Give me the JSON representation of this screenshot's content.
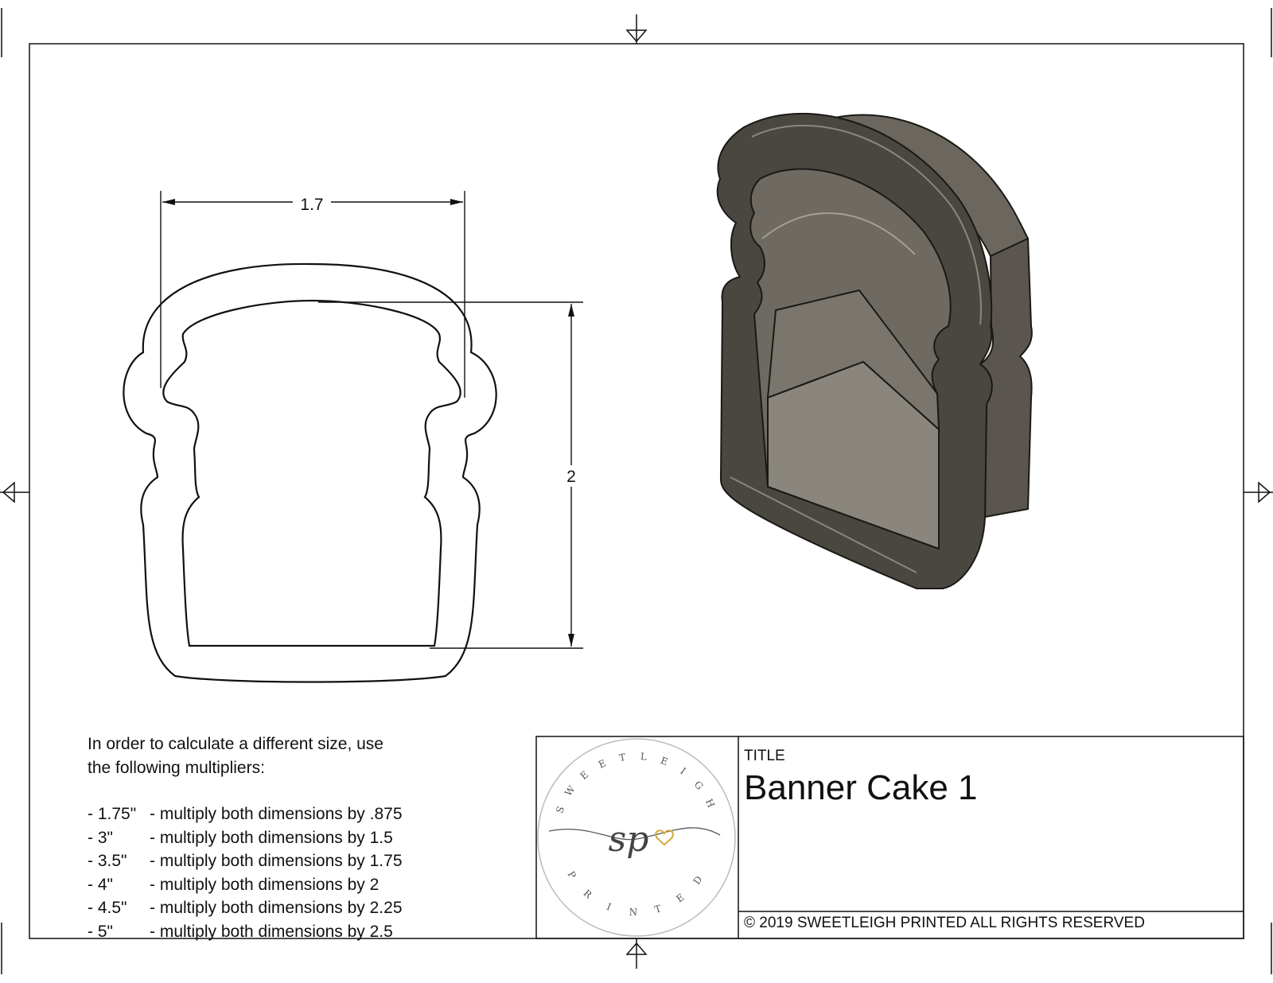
{
  "drawing": {
    "dimension_width": "1.7",
    "dimension_height": "2"
  },
  "notes": {
    "intro_line1": "In order to calculate a different size, use",
    "intro_line2": "the following multipliers:",
    "multipliers": [
      {
        "size": "- 1.75\"",
        "text": "- multiply both dimensions by .875"
      },
      {
        "size": "- 3\"",
        "text": "- multiply both dimensions by 1.5"
      },
      {
        "size": "- 3.5\"",
        "text": "- multiply both dimensions by 1.75"
      },
      {
        "size": "- 4\"",
        "text": "- multiply both dimensions by 2"
      },
      {
        "size": "- 4.5\"",
        "text": "- multiply both dimensions by 2.25"
      },
      {
        "size": "- 5\"",
        "text": "- multiply both dimensions by 2.5"
      }
    ]
  },
  "title_block": {
    "title_label": "TITLE",
    "title": "Banner Cake 1",
    "copyright": "© 2019  SWEETLEIGH PRINTED  ALL RIGHTS RESERVED"
  },
  "logo": {
    "top_text": "SWEETLEIGH",
    "monogram": "sp",
    "bottom_text": "PRINTED",
    "heart_color": "#d4a93a"
  },
  "colors": {
    "line": "#111111",
    "cutter_dark": "#4a4740",
    "cutter_mid": "#6b675f",
    "cutter_light": "#8a867d"
  }
}
